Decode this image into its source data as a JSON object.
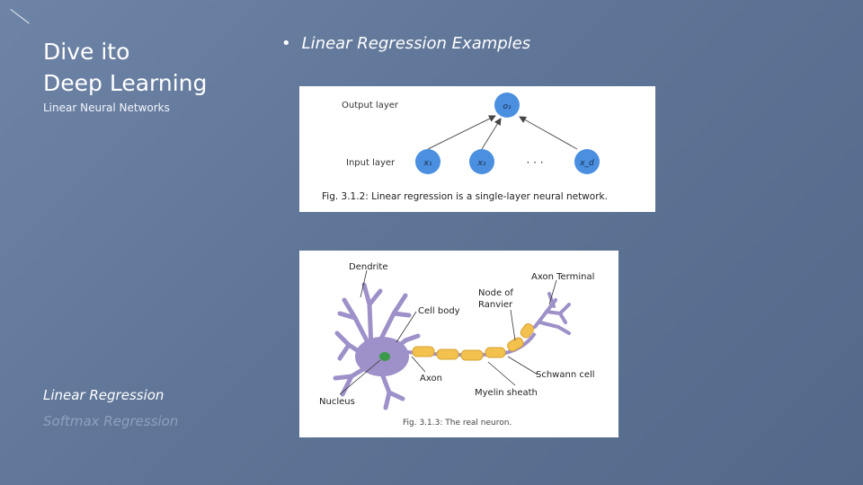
{
  "sidebar": {
    "title_line1": "Dive ito",
    "title_line2": "Deep Learning",
    "subtitle": "Linear Neural Networks",
    "items": [
      {
        "label": "Linear Regression",
        "state": "active"
      },
      {
        "label": "Softmax Regression",
        "state": "inactive"
      }
    ]
  },
  "main": {
    "bullet": "•",
    "heading": "Linear Regression Examples"
  },
  "figure1": {
    "output_label": "Output layer",
    "input_label": "Input layer",
    "output_node": "o₁",
    "input_nodes": [
      "x₁",
      "x₂",
      "x_d"
    ],
    "ellipsis": "· · ·",
    "caption": "Fig. 3.1.2: Linear regression is a single-layer neural network."
  },
  "figure2": {
    "labels": {
      "dendrite": "Dendrite",
      "axon_terminal": "Axon Terminal",
      "node_of_ranvier_1": "Node of",
      "node_of_ranvier_2": "Ranvier",
      "cell_body": "Cell body",
      "axon": "Axon",
      "schwann_cell": "Schwann cell",
      "myelin_sheath": "Myelin sheath",
      "nucleus": "Nucleus"
    },
    "caption": "Fig. 3.1.3: The real neuron."
  },
  "colors": {
    "node_fill": "#4a8fe0",
    "neuron_purple": "#9e90c8",
    "myelin_yellow": "#f2c14e",
    "nucleus_green": "#3a9a4a"
  }
}
